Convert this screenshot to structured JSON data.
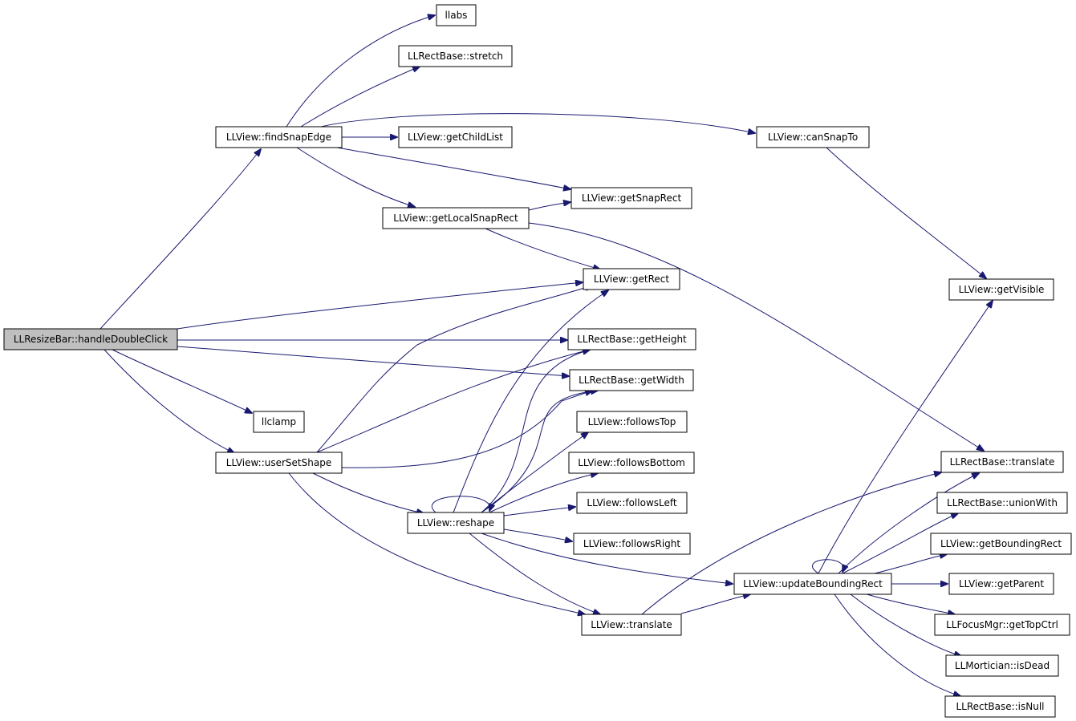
{
  "graph": {
    "colors": {
      "edge": "#191970",
      "root_fill": "#bfbfbf",
      "node_fill": "#ffffff",
      "border": "#000000"
    },
    "nodes": [
      {
        "id": "handleDoubleClick",
        "label": "LLResizeBar::handleDoubleClick",
        "root": true
      },
      {
        "id": "findSnapEdge",
        "label": "LLView::findSnapEdge"
      },
      {
        "id": "userSetShape",
        "label": "LLView::userSetShape"
      },
      {
        "id": "llclamp",
        "label": "llclamp"
      },
      {
        "id": "llabs",
        "label": "llabs"
      },
      {
        "id": "stretch",
        "label": "LLRectBase::stretch"
      },
      {
        "id": "getChildList",
        "label": "LLView::getChildList"
      },
      {
        "id": "canSnapTo",
        "label": "LLView::canSnapTo"
      },
      {
        "id": "getSnapRect",
        "label": "LLView::getSnapRect"
      },
      {
        "id": "getLocalSnapRect",
        "label": "LLView::getLocalSnapRect"
      },
      {
        "id": "getRect",
        "label": "LLView::getRect"
      },
      {
        "id": "getVisible",
        "label": "LLView::getVisible"
      },
      {
        "id": "getHeight",
        "label": "LLRectBase::getHeight"
      },
      {
        "id": "getWidth",
        "label": "LLRectBase::getWidth"
      },
      {
        "id": "followsTop",
        "label": "LLView::followsTop"
      },
      {
        "id": "followsBottom",
        "label": "LLView::followsBottom"
      },
      {
        "id": "followsLeft",
        "label": "LLView::followsLeft"
      },
      {
        "id": "followsRight",
        "label": "LLView::followsRight"
      },
      {
        "id": "reshape",
        "label": "LLView::reshape"
      },
      {
        "id": "rectTranslate",
        "label": "LLRectBase::translate"
      },
      {
        "id": "unionWith",
        "label": "LLRectBase::unionWith"
      },
      {
        "id": "getBoundingRect",
        "label": "LLView::getBoundingRect"
      },
      {
        "id": "updateBoundingRect",
        "label": "LLView::updateBoundingRect"
      },
      {
        "id": "getParent",
        "label": "LLView::getParent"
      },
      {
        "id": "viewTranslate",
        "label": "LLView::translate"
      },
      {
        "id": "getTopCtrl",
        "label": "LLFocusMgr::getTopCtrl"
      },
      {
        "id": "isDead",
        "label": "LLMortician::isDead"
      },
      {
        "id": "isNull",
        "label": "LLRectBase::isNull"
      }
    ],
    "edges": [
      {
        "from": "handleDoubleClick",
        "to": "findSnapEdge"
      },
      {
        "from": "handleDoubleClick",
        "to": "getRect"
      },
      {
        "from": "handleDoubleClick",
        "to": "getHeight"
      },
      {
        "from": "handleDoubleClick",
        "to": "getWidth"
      },
      {
        "from": "handleDoubleClick",
        "to": "llclamp"
      },
      {
        "from": "handleDoubleClick",
        "to": "userSetShape"
      },
      {
        "from": "findSnapEdge",
        "to": "llabs"
      },
      {
        "from": "findSnapEdge",
        "to": "stretch"
      },
      {
        "from": "findSnapEdge",
        "to": "canSnapTo"
      },
      {
        "from": "findSnapEdge",
        "to": "getChildList"
      },
      {
        "from": "findSnapEdge",
        "to": "getSnapRect"
      },
      {
        "from": "findSnapEdge",
        "to": "getLocalSnapRect"
      },
      {
        "from": "canSnapTo",
        "to": "getVisible"
      },
      {
        "from": "getLocalSnapRect",
        "to": "getSnapRect"
      },
      {
        "from": "getLocalSnapRect",
        "to": "getRect"
      },
      {
        "from": "getLocalSnapRect",
        "to": "rectTranslate"
      },
      {
        "from": "userSetShape",
        "to": "getRect"
      },
      {
        "from": "userSetShape",
        "to": "getHeight"
      },
      {
        "from": "userSetShape",
        "to": "getWidth"
      },
      {
        "from": "userSetShape",
        "to": "reshape"
      },
      {
        "from": "userSetShape",
        "to": "viewTranslate"
      },
      {
        "from": "reshape",
        "to": "reshape"
      },
      {
        "from": "reshape",
        "to": "getRect"
      },
      {
        "from": "reshape",
        "to": "getHeight"
      },
      {
        "from": "reshape",
        "to": "getWidth"
      },
      {
        "from": "reshape",
        "to": "followsTop"
      },
      {
        "from": "reshape",
        "to": "followsBottom"
      },
      {
        "from": "reshape",
        "to": "followsLeft"
      },
      {
        "from": "reshape",
        "to": "followsRight"
      },
      {
        "from": "reshape",
        "to": "updateBoundingRect"
      },
      {
        "from": "reshape",
        "to": "viewTranslate"
      },
      {
        "from": "viewTranslate",
        "to": "rectTranslate"
      },
      {
        "from": "viewTranslate",
        "to": "updateBoundingRect"
      },
      {
        "from": "updateBoundingRect",
        "to": "updateBoundingRect"
      },
      {
        "from": "updateBoundingRect",
        "to": "getVisible"
      },
      {
        "from": "updateBoundingRect",
        "to": "rectTranslate"
      },
      {
        "from": "updateBoundingRect",
        "to": "unionWith"
      },
      {
        "from": "updateBoundingRect",
        "to": "getBoundingRect"
      },
      {
        "from": "updateBoundingRect",
        "to": "getParent"
      },
      {
        "from": "updateBoundingRect",
        "to": "getTopCtrl"
      },
      {
        "from": "updateBoundingRect",
        "to": "isDead"
      },
      {
        "from": "updateBoundingRect",
        "to": "isNull"
      }
    ]
  }
}
